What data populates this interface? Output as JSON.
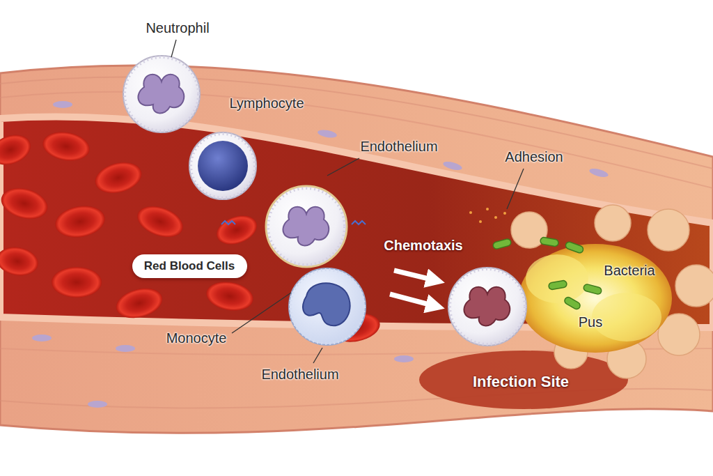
{
  "diagram": {
    "nodes": [
      {
        "text": [
          "Red Blood Cells"
        ]
      }
    ],
    "labels": [
      "Neutrophil",
      "Lymphocyte",
      "Endothelium",
      "Adhesion",
      "Chemotaxis",
      "Bacteria",
      "Pus",
      "Monocyte",
      "Endothelium",
      "Infection Site"
    ]
  }
}
